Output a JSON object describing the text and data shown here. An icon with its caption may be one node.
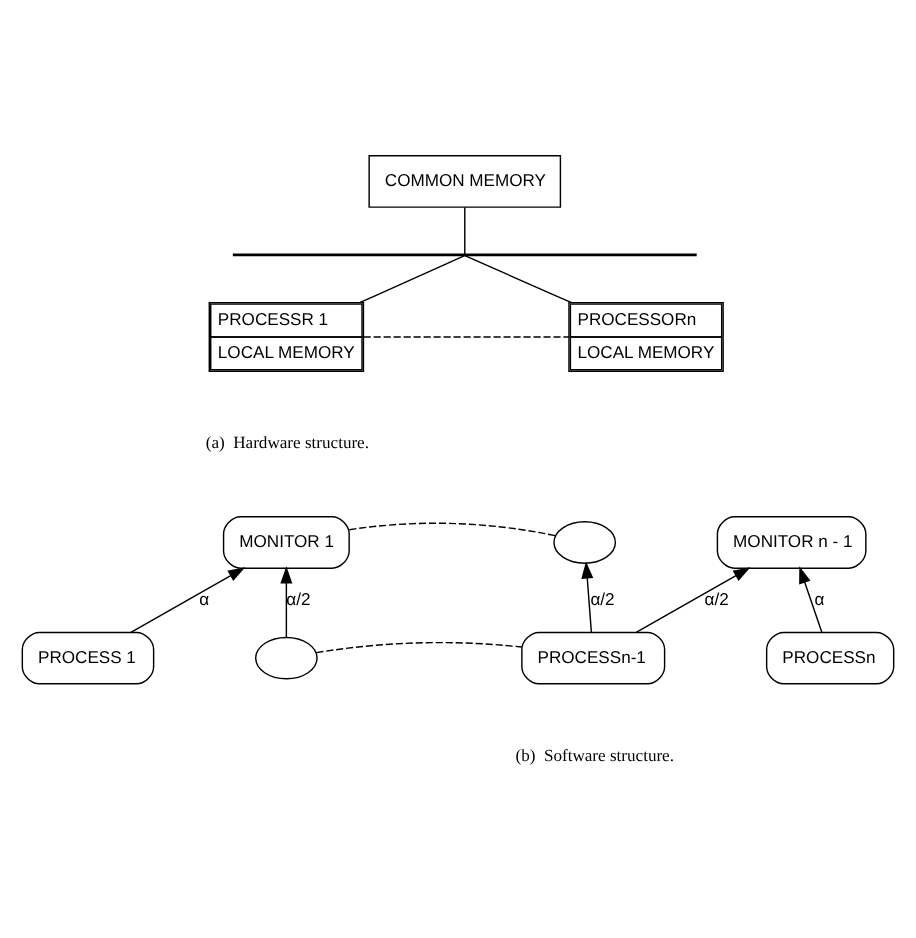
{
  "diagram": {
    "nodes": [
      {
        "text": [
          "COMMON MEMORY"
        ]
      },
      {
        "text": [],
        "shape": "bar"
      },
      {
        "text": [
          "PROCESSR 1",
          "LOCAL MEMORY"
        ]
      },
      {
        "text": [
          "PROCESSORn",
          "LOCAL MEMORY"
        ]
      },
      {
        "text": [
          "MONITOR 1"
        ]
      },
      {
        "text": [],
        "shape": "oval"
      },
      {
        "text": [
          "MONITOR n - 1"
        ]
      },
      {
        "text": [
          "PROCESS 1"
        ]
      },
      {
        "text": [],
        "shape": "oval"
      },
      {
        "text": [
          "PROCESSn-1"
        ]
      },
      {
        "text": [
          "PROCESSn"
        ]
      }
    ],
    "edges": [
      {
        "from": 0,
        "to": 1,
        "arrow": "none"
      },
      {
        "from": 1,
        "to": 2,
        "arrow": "none"
      },
      {
        "from": 1,
        "to": 3,
        "arrow": "none"
      },
      {
        "from": 2,
        "to": 3,
        "arrow": "none",
        "style": "dashed"
      },
      {
        "from": 7,
        "to": 4,
        "arrow": "to",
        "label": "α"
      },
      {
        "from": 4,
        "to": 5,
        "arrow": "none",
        "style": "dashed"
      },
      {
        "from": 8,
        "to": 4,
        "arrow": "to",
        "label": "α/2"
      },
      {
        "from": 9,
        "to": 5,
        "arrow": "to",
        "label": "α/2"
      },
      {
        "from": 8,
        "to": 9,
        "arrow": "none",
        "style": "dashed"
      },
      {
        "from": 9,
        "to": 6,
        "arrow": "to",
        "label": "α/2"
      },
      {
        "from": 10,
        "to": 6,
        "arrow": "to",
        "label": "α"
      }
    ],
    "labels": [
      "(a)  Hardware structure.",
      "(b)  Software structure."
    ]
  }
}
